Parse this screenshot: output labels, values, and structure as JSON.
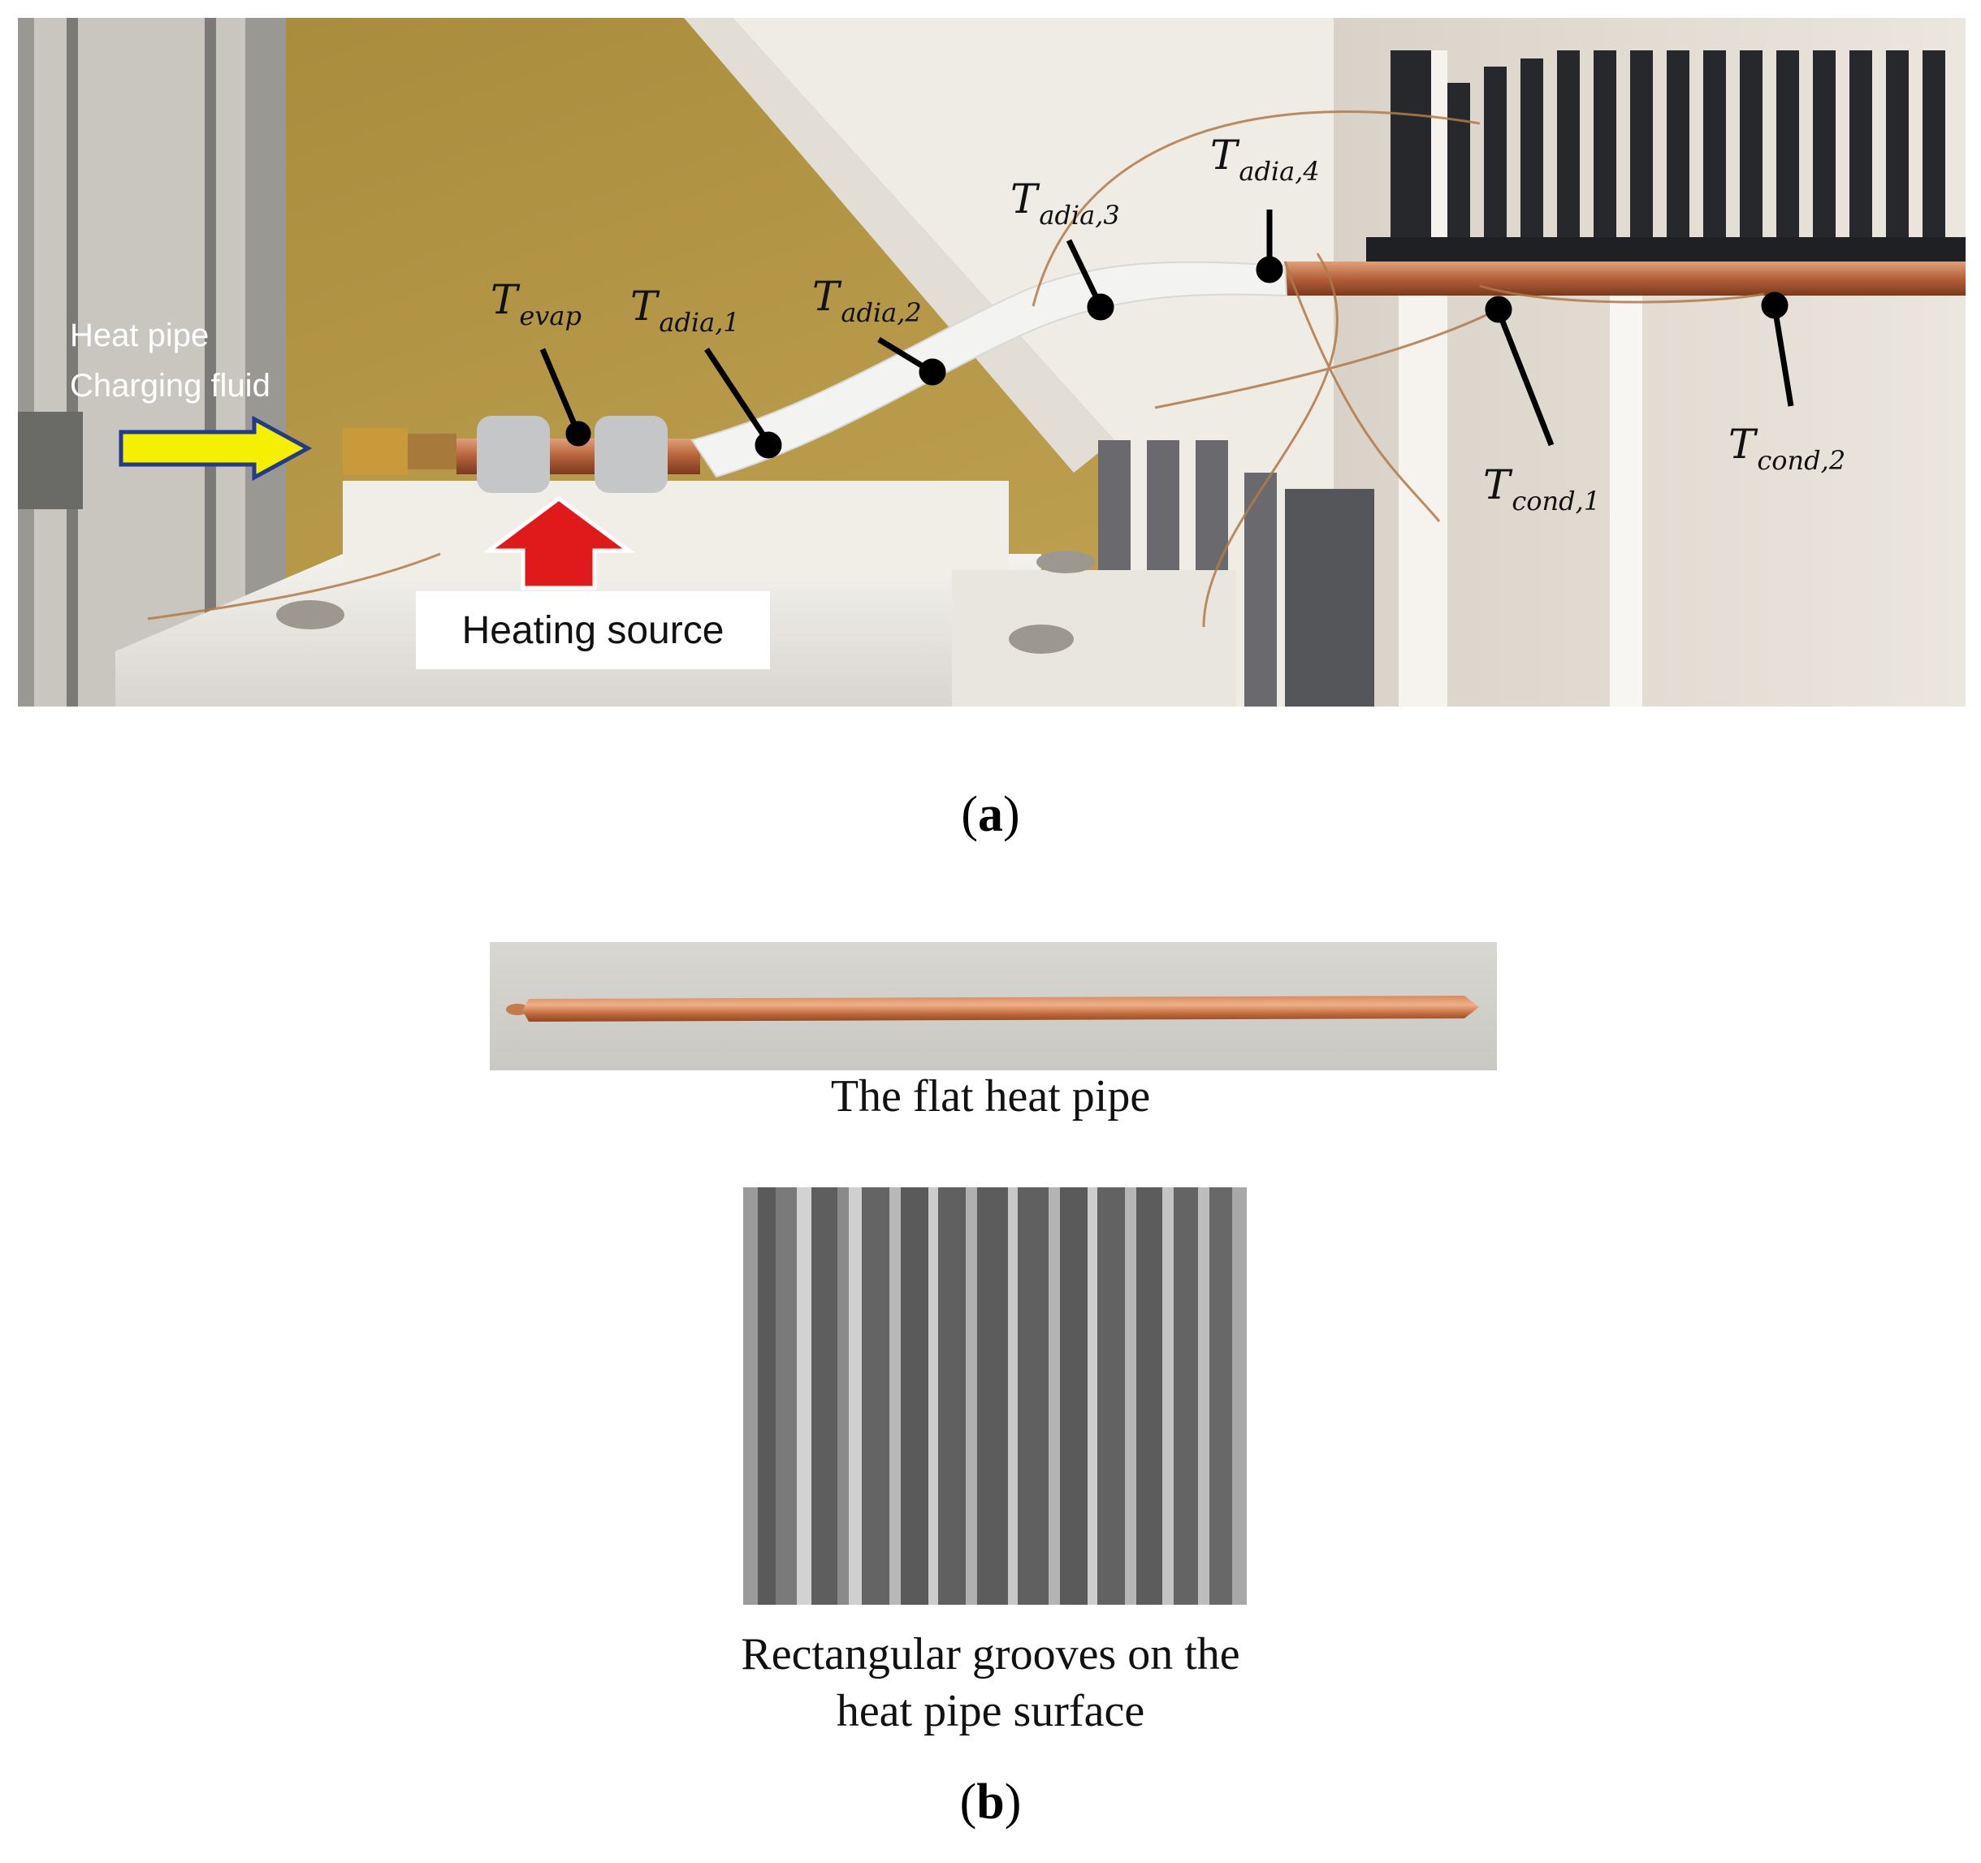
{
  "figure": {
    "panel_a": {
      "label_open": "(",
      "label_letter": "a",
      "label_close": ")",
      "heat_pipe_label_line1": "Heat pipe",
      "heat_pipe_label_line2": "Charging fluid",
      "heating_source_label": "Heating source",
      "thermocouples": [
        {
          "main": "T",
          "sub": "evap"
        },
        {
          "main": "T",
          "sub": "adia,1"
        },
        {
          "main": "T",
          "sub": "adia,2"
        },
        {
          "main": "T",
          "sub": "adia,3"
        },
        {
          "main": "T",
          "sub": "adia,4"
        },
        {
          "main": "T",
          "sub": "cond,1"
        },
        {
          "main": "T",
          "sub": "cond,2"
        }
      ]
    },
    "panel_b": {
      "label_open": "(",
      "label_letter": "b",
      "label_close": ")",
      "flat_pipe_caption": "The flat heat pipe",
      "grooves_caption_line1": "Rectangular grooves on the",
      "grooves_caption_line2": "heat pipe surface"
    },
    "colors": {
      "wall_yellow": "#b89a45",
      "copper": "#c8744a",
      "heatsink": "#2a2c30",
      "arrow_yellow": "#f5f000",
      "arrow_red": "#e01a1a"
    }
  }
}
